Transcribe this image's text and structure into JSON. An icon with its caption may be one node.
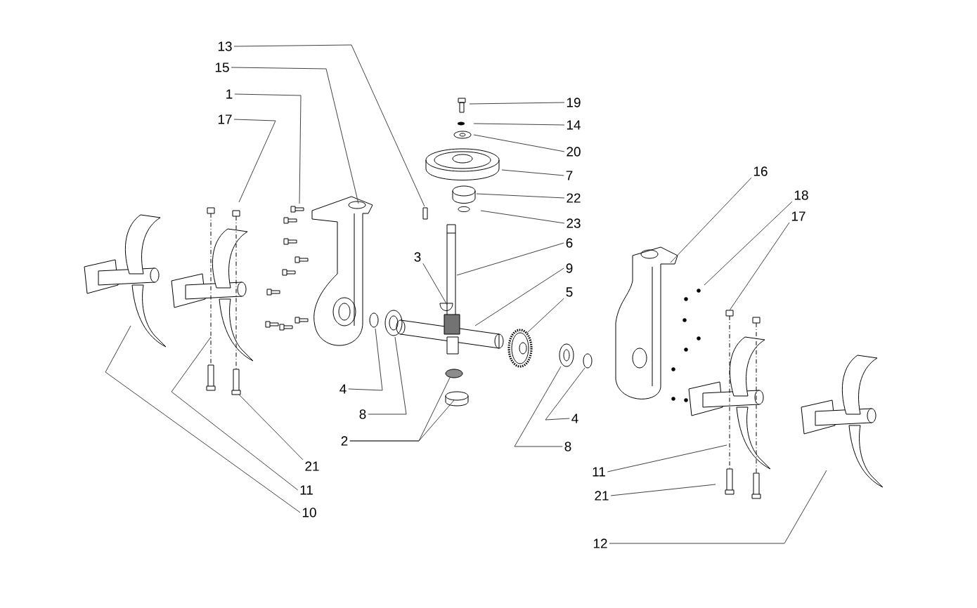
{
  "diagram": {
    "nodes": [
      {
        "text": [
          "13"
        ]
      },
      {
        "text": [
          "15"
        ]
      },
      {
        "text": [
          "1"
        ]
      },
      {
        "text": [
          "19"
        ]
      },
      {
        "text": [
          "17"
        ]
      },
      {
        "text": [
          "14"
        ]
      },
      {
        "text": [
          "20"
        ]
      },
      {
        "text": [
          "7"
        ]
      },
      {
        "text": [
          "22"
        ]
      },
      {
        "text": [
          "23"
        ]
      },
      {
        "text": [
          "16"
        ]
      },
      {
        "text": [
          "6"
        ]
      },
      {
        "text": [
          "18"
        ]
      },
      {
        "text": [
          "3"
        ]
      },
      {
        "text": [
          "9"
        ]
      },
      {
        "text": [
          "17"
        ]
      },
      {
        "text": [
          "5"
        ]
      },
      {
        "text": [
          "4"
        ]
      },
      {
        "text": [
          "8"
        ]
      },
      {
        "text": [
          "4"
        ]
      },
      {
        "text": [
          "2"
        ]
      },
      {
        "text": [
          "8"
        ]
      },
      {
        "text": [
          "21"
        ]
      },
      {
        "text": [
          "11"
        ]
      },
      {
        "text": [
          "11"
        ]
      },
      {
        "text": [
          "21"
        ]
      },
      {
        "text": [
          "10"
        ]
      },
      {
        "text": [
          "12"
        ]
      }
    ],
    "edges": [
      {
        "from": 0,
        "to": null,
        "arrow": "none"
      },
      {
        "from": 1,
        "to": null,
        "arrow": "none"
      },
      {
        "from": 2,
        "to": null,
        "arrow": "none"
      },
      {
        "from": 3,
        "to": null,
        "arrow": "none"
      },
      {
        "from": 4,
        "to": null,
        "arrow": "none"
      },
      {
        "from": 5,
        "to": null,
        "arrow": "none"
      },
      {
        "from": 6,
        "to": null,
        "arrow": "none"
      },
      {
        "from": 7,
        "to": null,
        "arrow": "none"
      },
      {
        "from": 8,
        "to": null,
        "arrow": "none"
      },
      {
        "from": 9,
        "to": null,
        "arrow": "none"
      },
      {
        "from": 10,
        "to": null,
        "arrow": "none"
      },
      {
        "from": 11,
        "to": null,
        "arrow": "none"
      },
      {
        "from": 12,
        "to": null,
        "arrow": "none"
      },
      {
        "from": 13,
        "to": null,
        "arrow": "none"
      },
      {
        "from": 14,
        "to": null,
        "arrow": "none"
      },
      {
        "from": 15,
        "to": null,
        "arrow": "none"
      },
      {
        "from": 16,
        "to": null,
        "arrow": "none"
      },
      {
        "from": 17,
        "to": null,
        "arrow": "none"
      },
      {
        "from": 18,
        "to": null,
        "arrow": "none"
      },
      {
        "from": 19,
        "to": null,
        "arrow": "none"
      },
      {
        "from": 20,
        "to": null,
        "arrow": "none"
      },
      {
        "from": 20,
        "to": null,
        "arrow": "none"
      },
      {
        "from": 21,
        "to": null,
        "arrow": "none"
      },
      {
        "from": 22,
        "to": null,
        "arrow": "none"
      },
      {
        "from": 23,
        "to": null,
        "arrow": "none"
      },
      {
        "from": 24,
        "to": null,
        "arrow": "none"
      },
      {
        "from": 25,
        "to": null,
        "arrow": "none"
      },
      {
        "from": 26,
        "to": null,
        "arrow": "none"
      },
      {
        "from": 27,
        "to": null,
        "arrow": "none"
      }
    ]
  }
}
